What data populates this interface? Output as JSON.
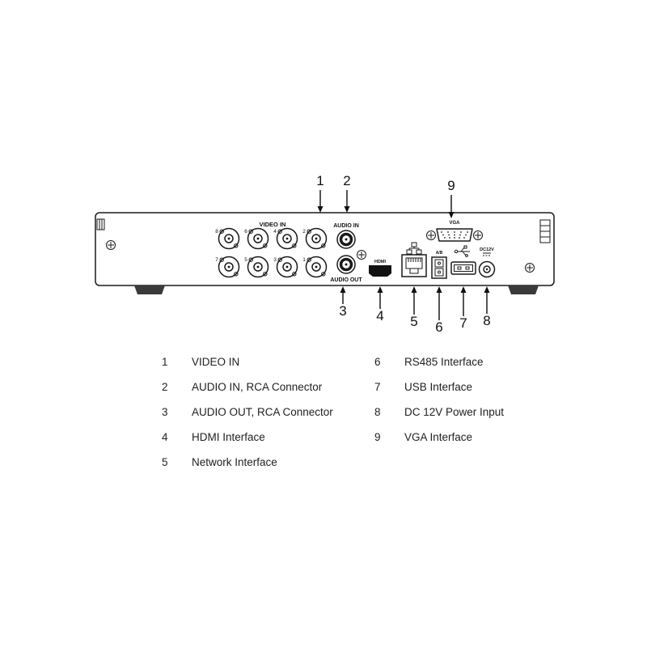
{
  "panel": {
    "video_in_label": "VIDEO IN",
    "audio_in_label": "AUDIO IN",
    "audio_out_label": "AUDIO OUT",
    "vga_label": "VGA",
    "hdmi_label": "HDMI",
    "rs485_label": "A/B",
    "dc_label": "DC12V",
    "bnc_top": [
      "8",
      "6",
      "4",
      "2"
    ],
    "bnc_bottom": [
      "7",
      "5",
      "3",
      "1"
    ]
  },
  "callouts": {
    "top": [
      {
        "n": "1"
      },
      {
        "n": "2"
      },
      {
        "n": "9"
      }
    ],
    "bottom": [
      {
        "n": "3"
      },
      {
        "n": "4"
      },
      {
        "n": "5"
      },
      {
        "n": "6"
      },
      {
        "n": "7"
      },
      {
        "n": "8"
      }
    ]
  },
  "legend": {
    "left": [
      {
        "num": "1",
        "label": "VIDEO IN"
      },
      {
        "num": "2",
        "label": "AUDIO IN, RCA Connector"
      },
      {
        "num": "3",
        "label": "AUDIO OUT, RCA Connector"
      },
      {
        "num": "4",
        "label": "HDMI Interface"
      },
      {
        "num": "5",
        "label": "Network Interface"
      }
    ],
    "right": [
      {
        "num": "6",
        "label": "RS485 Interface"
      },
      {
        "num": "7",
        "label": "USB Interface"
      },
      {
        "num": "8",
        "label": "DC 12V Power Input"
      },
      {
        "num": "9",
        "label": "VGA Interface"
      }
    ]
  },
  "colors": {
    "line": "#1a1a1a",
    "text": "#222222"
  }
}
